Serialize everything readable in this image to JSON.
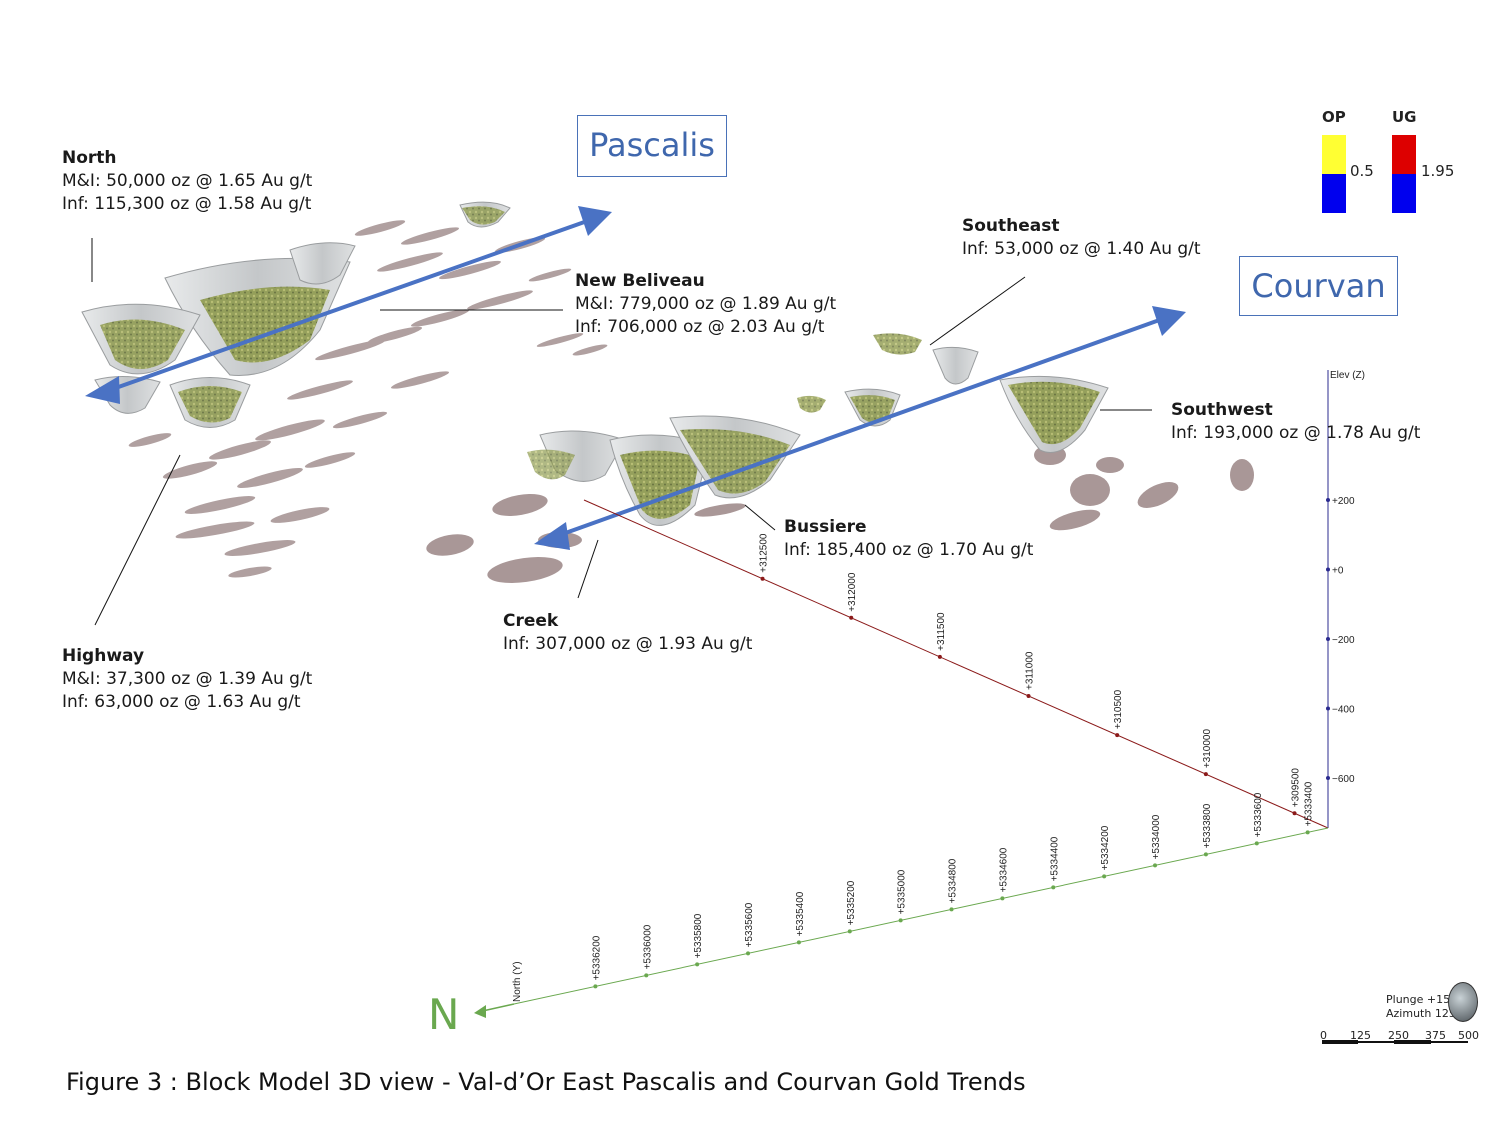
{
  "figure_caption": "Figure 3 : Block Model 3D view - Val-d’Or East Pascalis and Courvan Gold Trends",
  "trends": [
    {
      "name": "Pascalis"
    },
    {
      "name": "Courvan"
    }
  ],
  "deposits": [
    {
      "name": "North",
      "lines": [
        "M&I: 50,000 oz @ 1.65 Au g/t",
        "Inf: 115,300 oz @ 1.58 Au g/t"
      ]
    },
    {
      "name": "New Beliveau",
      "lines": [
        "M&I: 779,000 oz @ 1.89 Au g/t",
        "Inf: 706,000 oz @ 2.03 Au g/t"
      ]
    },
    {
      "name": "Southeast",
      "lines": [
        "Inf: 53,000 oz @ 1.40 Au g/t"
      ]
    },
    {
      "name": "Southwest",
      "lines": [
        "Inf: 193,000 oz @ 1.78 Au g/t"
      ]
    },
    {
      "name": "Bussiere",
      "lines": [
        "Inf: 185,400 oz @ 1.70 Au g/t"
      ]
    },
    {
      "name": "Creek",
      "lines": [
        "Inf: 307,000 oz @ 1.93 Au g/t"
      ]
    },
    {
      "name": "Highway",
      "lines": [
        "M&I: 37,300 oz @ 1.39 Au g/t",
        "Inf: 63,000 oz @ 1.63 Au g/t"
      ]
    }
  ],
  "legend": {
    "op": {
      "title": "OP",
      "value": "0.5",
      "top_color": "#ffff33",
      "bottom_color": "#0000ee"
    },
    "ug": {
      "title": "UG",
      "value": "1.95",
      "top_color": "#dd0000",
      "bottom_color": "#0000ee"
    }
  },
  "axes": {
    "elev": {
      "title": "Elev (Z)",
      "ticks": [
        "+200",
        "+0",
        "−200",
        "−400",
        "−600"
      ],
      "color": "#2b2b8f"
    },
    "east": {
      "ticks": [
        "+312500",
        "+312000",
        "+311500",
        "+311000",
        "+310500",
        "+310000",
        "+309500"
      ],
      "color": "#8b1a1a"
    },
    "north": {
      "title": "North (Y)",
      "ticks": [
        "+5336200",
        "+5336000",
        "+5335800",
        "+5335600",
        "+5335400",
        "+5335200",
        "+5335000",
        "+5334800",
        "+5334600",
        "+5334400",
        "+5334200",
        "+5334000",
        "+5333800",
        "+5333600",
        "+5333400"
      ],
      "color": "#6aa84f"
    }
  },
  "north_arrow_label": "N",
  "orientation": {
    "plunge": "Plunge +15",
    "azimuth": "Azimuth 125"
  },
  "scale_bar": [
    "0",
    "125",
    "250",
    "375",
    "500"
  ],
  "colors": {
    "trend_arrow": "#4a72c4",
    "shell": "#c9ccce",
    "ore": "#8f9a52",
    "blocks": "#a08f8f"
  }
}
